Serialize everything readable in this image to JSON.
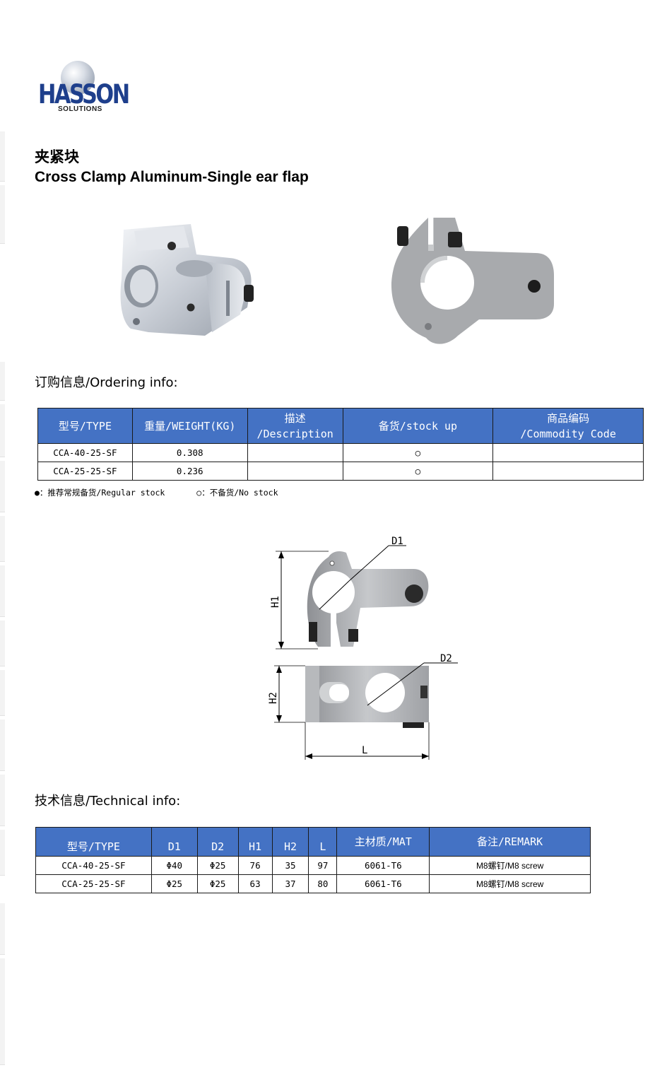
{
  "brand": {
    "name": "HASSON",
    "sub": "SOLUTIONS"
  },
  "title": {
    "cn": "夹紧块",
    "en": "Cross Clamp Aluminum-Single ear flap"
  },
  "ordering": {
    "heading": "订购信息/Ordering info:",
    "headers": [
      "型号/TYPE",
      "重量/WEIGHT(KG)",
      "描述",
      "/Description",
      "备货/stock up",
      "商品编码",
      "/Commodity Code"
    ],
    "rows": [
      {
        "type": "CCA-40-25-SF",
        "weight": "0.308",
        "desc": "",
        "stock": "○",
        "code": ""
      },
      {
        "type": "CCA-25-25-SF",
        "weight": "0.236",
        "desc": "",
        "stock": "○",
        "code": ""
      }
    ],
    "legend": [
      "●：推荐常规备货/Regular stock",
      "○：不备货/No stock"
    ]
  },
  "drawing": {
    "labels": {
      "d1": "D1",
      "d2": "D2",
      "h1": "H1",
      "h2": "H2",
      "l": "L"
    }
  },
  "technical": {
    "heading": "技术信息/Technical info:",
    "headers": [
      "型号/TYPE",
      "D1",
      "D2",
      "H1",
      "H2",
      "L",
      "主材质/MAT",
      "备注/REMARK"
    ],
    "rows": [
      {
        "type": "CCA-40-25-SF",
        "d1": "Φ40",
        "d2": "Φ25",
        "h1": "76",
        "h2": "35",
        "l": "97",
        "mat": "6061-T6",
        "remark": "M8螺钉/M8 screw"
      },
      {
        "type": "CCA-25-25-SF",
        "d1": "Φ25",
        "d2": "Φ25",
        "h1": "63",
        "h2": "37",
        "l": "80",
        "mat": "6061-T6",
        "remark": "M8螺钉/M8 screw"
      }
    ]
  },
  "colors": {
    "header_blue": "#4472c4",
    "logo_blue": "#1e3f8c"
  }
}
